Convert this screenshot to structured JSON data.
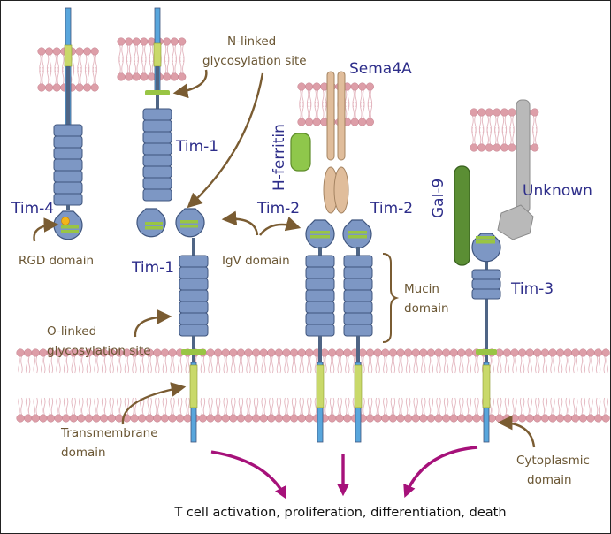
{
  "labels": {
    "tim4": "Tim-4",
    "tim1_upper": "Tim-1",
    "tim1_lower": "Tim-1",
    "tim2_left": "Tim-2",
    "tim2_right": "Tim-2",
    "tim3": "Tim-3",
    "sema4a": "Sema4A",
    "h_ferritin": "H-ferritin",
    "gal9": "Gal-9",
    "unknown": "Unknown",
    "n_linked_1": "N-linked",
    "n_linked_2": "glycosylation site",
    "rgd_domain": "RGD domain",
    "igv_domain": "IgV domain",
    "mucin_1": "Mucin",
    "mucin_2": "domain",
    "o_linked_1": "O-linked",
    "o_linked_2": "glycosylation site",
    "transmembrane_1": "Transmembrane",
    "transmembrane_2": "domain",
    "cytoplasmic_1": "Cytoplasmic",
    "cytoplasmic_2": "domain",
    "outcome": "T cell activation, proliferation, differentiation, death"
  },
  "colors": {
    "protein_blue": "#7d97c4",
    "protein_outline": "#3f557e",
    "stem": "#4f6585",
    "cyto_tail": "#59a6dc",
    "glyco_green": "#99c544",
    "membrane_pink": "#dd9ea8",
    "ligand_tan": "#e0bd9b",
    "gal9_green": "#5b8e34",
    "unknown_gray": "#b9b9b9",
    "arrow_brown": "#7a5c32",
    "signal_magenta": "#a6117a",
    "label_blue": "#2e2e8a"
  }
}
